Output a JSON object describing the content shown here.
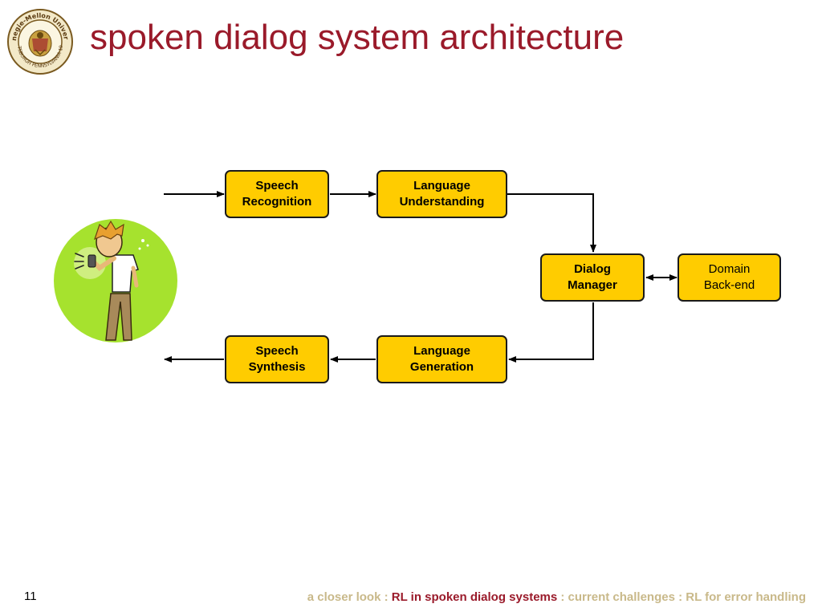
{
  "slide": {
    "title": "spoken dialog system architecture",
    "page_number": "11"
  },
  "seal": {
    "ring_text_top": "Carnegie-Mellon University",
    "ring_text_bottom": "PITTSBURGH PENNSYLVANIA 1900"
  },
  "diagram": {
    "boxes": {
      "speech_recognition": [
        "Speech",
        "Recognition"
      ],
      "language_understanding": [
        "Language",
        "Understanding"
      ],
      "dialog_manager": [
        "Dialog",
        "Manager"
      ],
      "domain_backend": [
        "Domain",
        "Back-end"
      ],
      "language_generation": [
        "Language",
        "Generation"
      ],
      "speech_synthesis": [
        "Speech",
        "Synthesis"
      ]
    }
  },
  "footer": {
    "part1": "a closer look : ",
    "part2": "RL in spoken dialog systems",
    "part3": " : current challenges : RL for error handling"
  },
  "colors": {
    "title": "#9a1a2a",
    "box_fill": "#ffcc00",
    "footer_muted": "#c9b98a",
    "footer_highlight": "#9a1a2a",
    "user_circle": "#a6e22e"
  }
}
